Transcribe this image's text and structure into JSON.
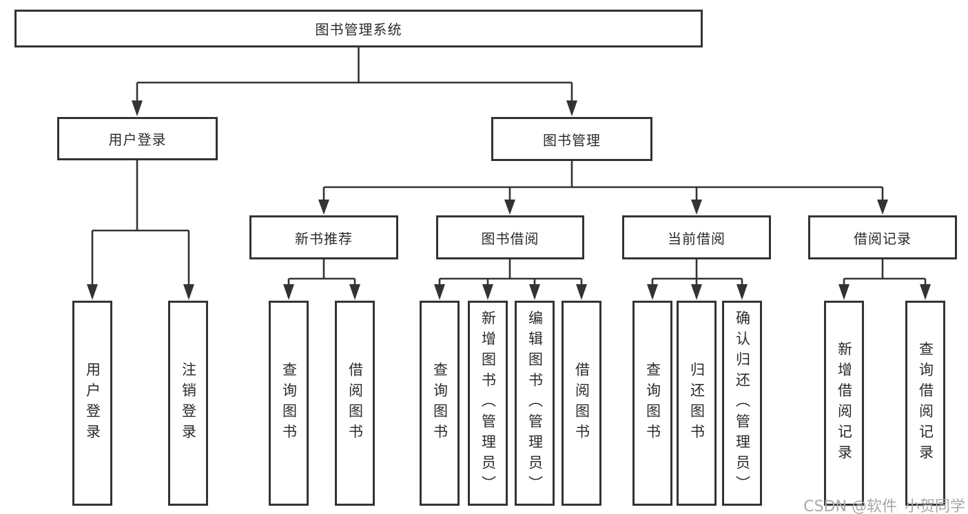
{
  "diagram": {
    "root": {
      "label": "图书管理系统"
    },
    "level2": [
      {
        "label": "用户登录"
      },
      {
        "label": "图书管理"
      }
    ],
    "level3": [
      {
        "label": "新书推荐"
      },
      {
        "label": "图书借阅"
      },
      {
        "label": "当前借阅"
      },
      {
        "label": "借阅记录"
      }
    ],
    "leaves": {
      "user_login": [
        {
          "label": "用户登录"
        },
        {
          "label": "注销登录"
        }
      ],
      "new_book": [
        {
          "label": "查询图书"
        },
        {
          "label": "借阅图书"
        }
      ],
      "book_borrow": [
        {
          "label": "查询图书"
        },
        {
          "label": "新增图书（管理员）"
        },
        {
          "label": "编辑图书（管理员）"
        },
        {
          "label": "借阅图书"
        }
      ],
      "current_borrow": [
        {
          "label": "查询图书"
        },
        {
          "label": "归还图书"
        },
        {
          "label": "确认归还（管理员）"
        }
      ],
      "records": [
        {
          "label": "新增借阅记录"
        },
        {
          "label": "查询借阅记录"
        }
      ]
    }
  },
  "watermark": {
    "text": "CSDN @软件_小贺同学"
  },
  "colors": {
    "line": "#333333",
    "text": "#2b2b2b",
    "watermark": "#a8a8a8",
    "background": "#ffffff"
  }
}
